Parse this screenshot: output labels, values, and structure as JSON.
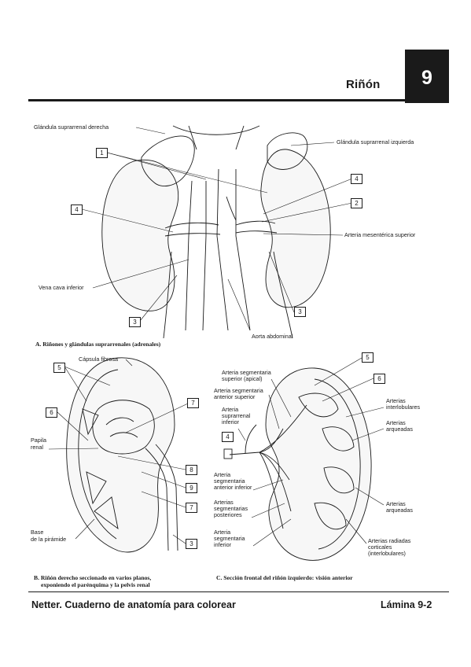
{
  "header": {
    "title": "Riñón",
    "chapter": "9"
  },
  "figure_a": {
    "labels": {
      "right_adrenal": "Glándula suprarrenal derecha",
      "left_adrenal": "Glándula suprarrenal izquierda",
      "sup_mesenteric": "Arteria mesentérica superior",
      "ivc": "Vena cava inferior",
      "aorta": "Aorta abdominal"
    },
    "numbers": [
      "1",
      "4",
      "4",
      "2",
      "3",
      "3"
    ],
    "caption": "A. Riñones y glándulas suprarrenales (adrenales)"
  },
  "figure_b": {
    "labels": {
      "capsule": "Cápsula fibrosa",
      "papilla_1": "Papila",
      "papilla_2": "renal",
      "pyramid_base_1": "Base",
      "pyramid_base_2": "de la pirámide"
    },
    "numbers": [
      "5",
      "6",
      "7",
      "8",
      "9",
      "7",
      "3"
    ],
    "caption_1": "B. Riñón derecho seccionado en varios planos,",
    "caption_2": "exponiendo el parénquima y la pelvis renal"
  },
  "figure_c": {
    "labels": {
      "seg_apical_1": "Arteria segmentaria",
      "seg_apical_2": "superior (apical)",
      "seg_ant_sup_1": "Arteria segmentaria",
      "seg_ant_sup_2": "anterior superior",
      "supra_inf_1": "Arteria",
      "supra_inf_2": "suprarrenal",
      "supra_inf_3": "inferior",
      "seg_ant_inf_1": "Arteria",
      "seg_ant_inf_2": "segmentaria",
      "seg_ant_inf_3": "anterior inferior",
      "seg_post_1": "Arterias",
      "seg_post_2": "segmentarias",
      "seg_post_3": "posteriores",
      "seg_inf_1": "Arteria",
      "seg_inf_2": "segmentaria",
      "seg_inf_3": "inferior",
      "interlobular_1": "Arterias",
      "interlobular_2": "interlobulares",
      "arcuate_a_1": "Arterias",
      "arcuate_a_2": "arqueadas",
      "arcuate_b_1": "Arterias",
      "arcuate_b_2": "arqueadas",
      "radiate_1": "Arterias radiadas",
      "radiate_2": "corticales",
      "radiate_3": "(interlobulares)"
    },
    "numbers": [
      "5",
      "6",
      "4"
    ],
    "caption": "C. Sección frontal del riñón izquierdo: visión anterior"
  },
  "footer": {
    "book": "Netter. Cuaderno de anatomía para colorear",
    "plate": "Lámina 9-2"
  },
  "colors": {
    "ink": "#1a1a1a",
    "paper": "#ffffff",
    "shade": "#dcdcdc"
  }
}
